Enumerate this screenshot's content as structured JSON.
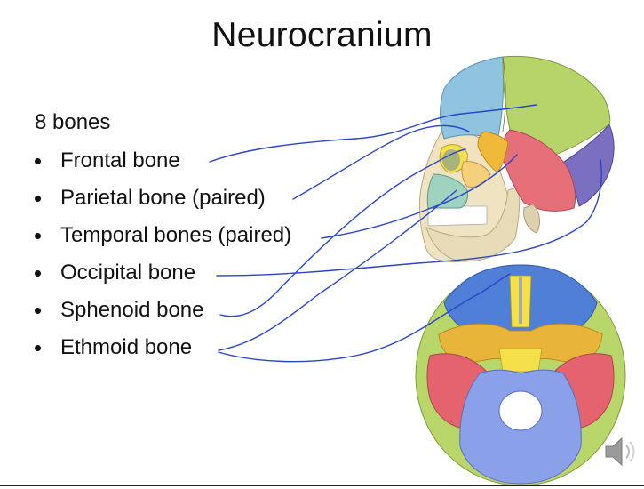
{
  "slide": {
    "title": "Neurocranium",
    "subtitle": "8 bones",
    "bullets": [
      "Frontal bone",
      "Parietal bone (paired)",
      "Temporal bones (paired)",
      "Occipital bone",
      "Sphenoid bone",
      "Ethmoid bone"
    ]
  },
  "colors": {
    "frontal": "#8fc3e0",
    "parietal": "#b7d46a",
    "temporal": "#e5707a",
    "occipital": "#7a6fc0",
    "sphenoid": "#f0b93a",
    "ethmoid": "#f4e04a",
    "annotation_ink": "#2b45c8"
  },
  "icons": {
    "audio": "speaker-icon"
  }
}
